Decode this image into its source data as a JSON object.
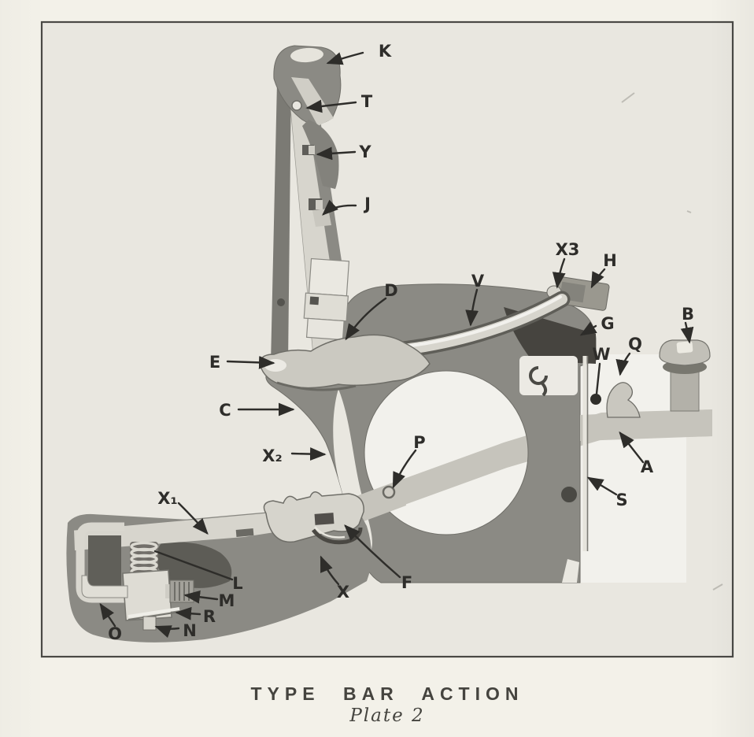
{
  "figure": {
    "type": "scanned-book-plate-photograph",
    "caption": {
      "title": "TYPE BAR ACTION",
      "plate": "Plate 2"
    }
  },
  "labels": {
    "K": "K",
    "T": "T",
    "Y": "Y",
    "J": "J",
    "D": "D",
    "V": "V",
    "X3": "X3",
    "H": "H",
    "G": "G",
    "B": "B",
    "W": "W",
    "Q": "Q",
    "E": "E",
    "C": "C",
    "X2": "X₂",
    "P": "P",
    "A": "A",
    "S": "S",
    "X1": "X₁",
    "L": "L",
    "M": "M",
    "R": "R",
    "N": "N",
    "O": "O",
    "X": "X",
    "F": "F"
  },
  "colors": {
    "paper": "#f3f1e9",
    "photobg": "#e9e7e0",
    "bright": "#f2f1ec",
    "metal-dark": "#8b8a84",
    "metal-darker": "#5d5c56",
    "metal-mid": "#c6c4bc",
    "metal-light": "#d7d5cd",
    "metal-bright": "#eceae4",
    "shadow-dark": "#46443f",
    "ink": "#2e2d2a",
    "frame": "#4a4945",
    "caption": "#45443f"
  }
}
